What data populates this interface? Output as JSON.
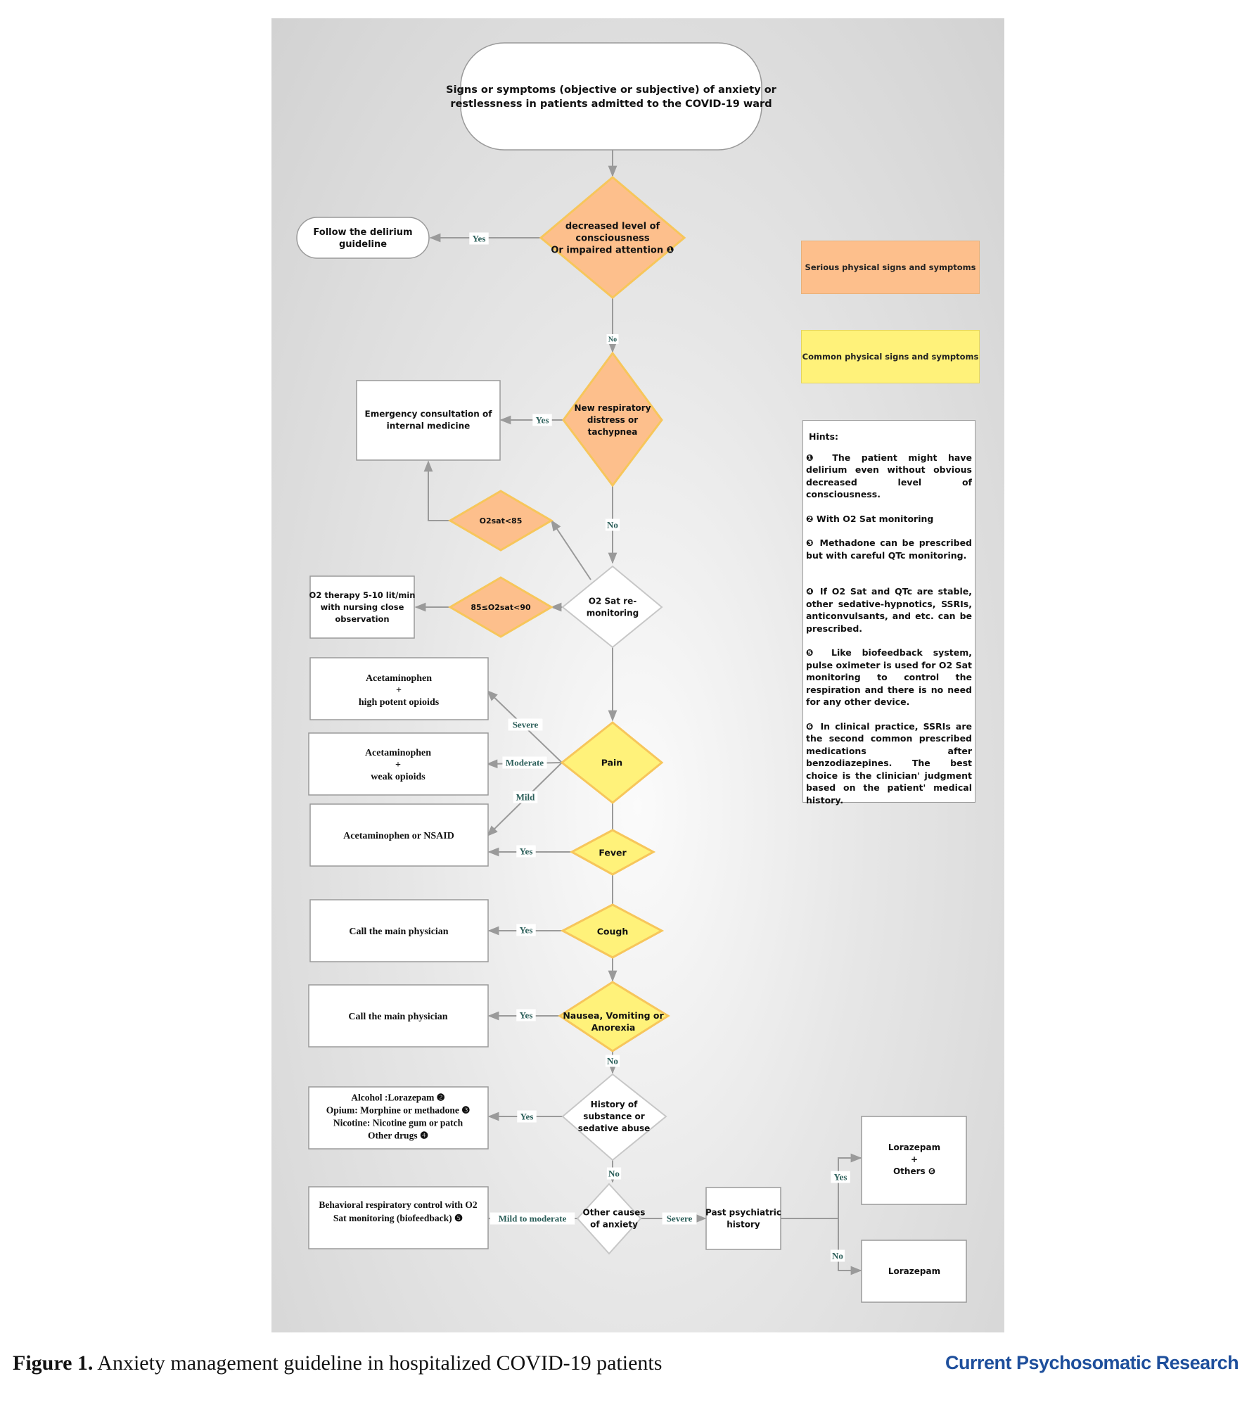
{
  "nodes": {
    "start": [
      "Signs or symptoms (objective or subjective) of anxiety or",
      "restlessness in patients admitted to the COVID-19 ward"
    ],
    "consciousness": [
      "decreased level of",
      "consciousness",
      "Or impaired attention ❶"
    ],
    "delirium": [
      "Follow the delirium",
      "guideline"
    ],
    "respiratory": [
      "New respiratory",
      "distress or",
      "tachypnea"
    ],
    "emergency": [
      "Emergency consultation of",
      "internal medicine"
    ],
    "o2sat85": [
      "O2sat<85"
    ],
    "o2range": [
      "85≤O2sat<90"
    ],
    "o2monitor": [
      "O2 Sat re-",
      "monitoring"
    ],
    "o2therapy": [
      "O2 therapy 5-10 lit/min",
      "with nursing close",
      "observation"
    ],
    "acet_high": [
      "Acetaminophen",
      "+",
      "high potent opioids"
    ],
    "acet_weak": [
      "Acetaminophen",
      "+",
      "weak opioids"
    ],
    "pain": [
      "Pain"
    ],
    "acet_nsaid": [
      "Acetaminophen or NSAID"
    ],
    "fever": [
      "Fever"
    ],
    "cough": [
      "Cough"
    ],
    "call1": [
      "Call the main physician"
    ],
    "nausea": [
      "Nausea, Vomiting or",
      "Anorexia"
    ],
    "call2": [
      "Call the main physician"
    ],
    "substance": [
      "History of",
      "substance or",
      "sedative abuse"
    ],
    "drugs": [
      "Alcohol :Lorazepam ❷",
      "Opium: Morphine or methadone ❸",
      "Nicotine: Nicotine gum or patch",
      "Other drugs ❹"
    ],
    "other_causes": [
      "Other causes",
      "of anxiety"
    ],
    "behavioral": [
      "Behavioral respiratory control with O2",
      "Sat monitoring (biofeedback)  ❺"
    ],
    "past_psych": [
      "Past psychiatric",
      "history"
    ],
    "loraz_others": [
      "Lorazepam",
      "+",
      "Others ❻"
    ],
    "lorazepam": [
      "Lorazepam"
    ]
  },
  "edge_labels": {
    "yes": "Yes",
    "no": "No",
    "severe": "Severe",
    "moderate": "Moderate",
    "mild": "Mild",
    "mild_moderate": "Mild to moderate"
  },
  "legend": {
    "serious": "Serious physical signs and symptoms",
    "common": "Common physical signs and symptoms",
    "serious_color": "#fdbf8c",
    "common_color": "#fff27a"
  },
  "hints": {
    "title": "Hints:",
    "items": [
      "❶ The patient might have delirium even without obvious decreased level of consciousness.",
      "❷ With O2 Sat monitoring",
      "❸ Methadone can be prescribed but with careful QTc monitoring.",
      "❹ If O2 Sat and QTc are stable, other sedative-hypnotics, SSRIs, anticonvulsants, and etc. can be prescribed.",
      "❺ Like biofeedback system, pulse oximeter is used for O2 Sat monitoring to control the respiration and there is no need for any other device.",
      "❻ In clinical practice, SSRIs are the second common prescribed medications after benzodiazepines. The best choice is the clinician' judgment based on the patient' medical history."
    ]
  },
  "caption": {
    "label": "Figure 1.",
    "text": " Anxiety management guideline in hospitalized COVID-19 patients"
  },
  "journal": "Current Psychosomatic Research"
}
